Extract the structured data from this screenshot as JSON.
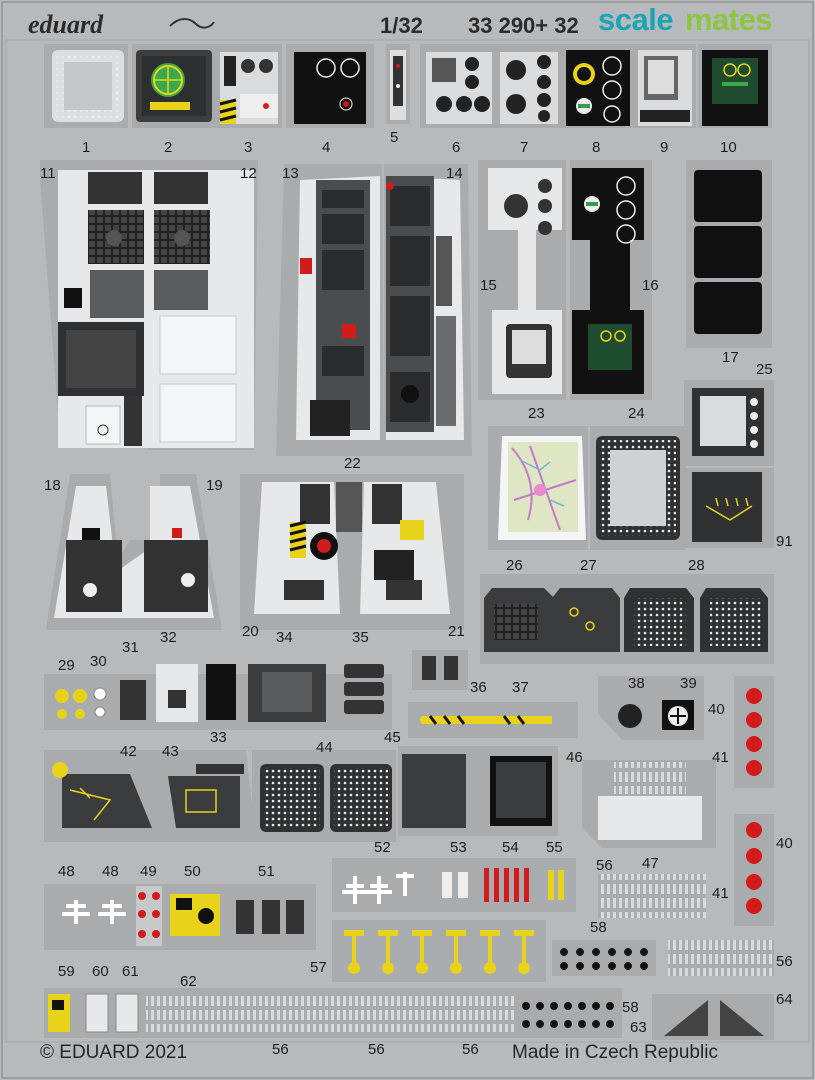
{
  "header": {
    "brand": "eduard",
    "scale": "1/32",
    "product_code": "33 290+ 32",
    "watermark_scale": "scale",
    "watermark_mates": "mates"
  },
  "footer": {
    "copyright": "© EDUARD 2021",
    "origin": "Made in Czech Republic"
  },
  "part_numbers": [
    "1",
    "2",
    "3",
    "4",
    "5",
    "6",
    "7",
    "8",
    "9",
    "10",
    "11",
    "12",
    "13",
    "14",
    "15",
    "16",
    "17",
    "18",
    "19",
    "20",
    "21",
    "22",
    "23",
    "24",
    "25",
    "26",
    "27",
    "28",
    "29",
    "30",
    "31",
    "32",
    "33",
    "34",
    "35",
    "36",
    "37",
    "38",
    "39",
    "40",
    "41",
    "40",
    "41",
    "42",
    "43",
    "44",
    "45",
    "46",
    "47",
    "48",
    "48",
    "49",
    "50",
    "51",
    "52",
    "53",
    "54",
    "55",
    "56",
    "56",
    "56",
    "56",
    "56",
    "57",
    "58",
    "58",
    "59",
    "60",
    "61",
    "62",
    "63",
    "64",
    "91"
  ],
  "colors": {
    "fret": "#b7babd",
    "part": "#a9acaf",
    "panel_light": "#e6e8e9",
    "panel_dark": "#333537",
    "screen_black": "#111111",
    "dial_white": "#f2f2f2",
    "hazard_yellow": "#e8d31a",
    "red_lamp": "#d21b1b",
    "green_screen": "#2c9a48",
    "watermark_teal": "#1aa5b5",
    "watermark_green": "#8cc63e"
  }
}
